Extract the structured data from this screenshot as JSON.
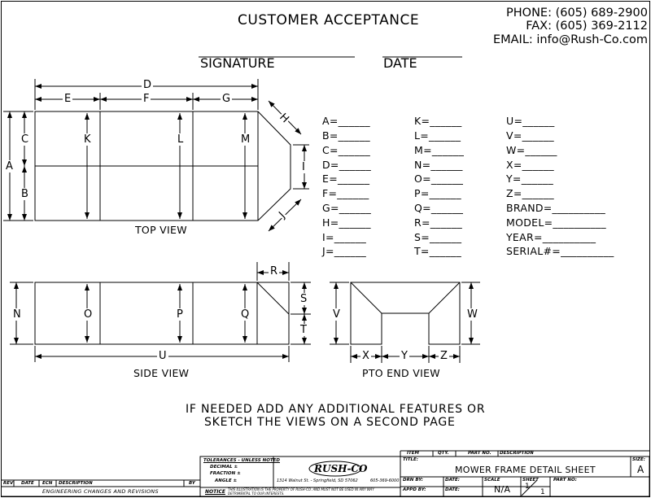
{
  "header": {
    "title": "CUSTOMER ACCEPTANCE",
    "signature_label": "SIGNATURE",
    "date_label": "DATE",
    "phone": "PHONE: (605) 689-2900",
    "fax": "FAX: (605) 369-2112",
    "email": "EMAIL: info@Rush-Co.com"
  },
  "fields": {
    "col1": [
      "A=______",
      "B=______",
      "C=______",
      "D=______",
      "E=______",
      "F=______",
      "G=______",
      "H=______",
      "I=______",
      "J=______"
    ],
    "col2": [
      "K=______",
      "L=______",
      "M=______",
      "N=______",
      "O=______",
      "P=______",
      "Q=______",
      "R=______",
      "S=______",
      "T=______"
    ],
    "col3": [
      "U=______",
      "V=______",
      "W=______",
      "X=______",
      "Y=______",
      "Z=______",
      "BRAND=__________",
      "MODEL=__________",
      "YEAR=__________",
      "SERIAL#=__________"
    ]
  },
  "drawing": {
    "dims": {
      "A": "A",
      "B": "B",
      "C": "C",
      "D": "D",
      "E": "E",
      "F": "F",
      "G": "G",
      "H": "H",
      "I": "I",
      "J": "J",
      "K": "K",
      "L": "L",
      "M": "M",
      "N": "N",
      "O": "O",
      "P": "P",
      "Q": "Q",
      "R": "R",
      "S": "S",
      "T": "T",
      "U": "U",
      "V": "V",
      "W": "W",
      "X": "X",
      "Y": "Y",
      "Z": "Z"
    },
    "top_view_label": "TOP VIEW",
    "side_view_label": "SIDE VIEW",
    "pto_view_label": "PTO END VIEW"
  },
  "note": {
    "line1": "IF NEEDED ADD ANY ADDITIONAL FEATURES OR",
    "line2": "SKETCH THE VIEWS ON A SECOND PAGE"
  },
  "title_block": {
    "tolerances": "TOLERANCES - UNLESS NOTED",
    "decimal": "DECIMAL ±",
    "fraction": "FRACTION ±",
    "angle": "ANGLE ±",
    "notice_label": "NOTICE",
    "notice_text_1": "THIS ILLUSTRATION IS THE PROPERTY OF RUSH-CO. AND MUST NOT BE USED IN ANY WAY",
    "notice_text_2": "DETRIMENTAL TO OUR INTERESTS.",
    "logo": "RUSH-CO",
    "address": "1314 Walnut St. - Springfield, SD 57062",
    "address_phone": "605-369-6000",
    "item_header": "ITEM",
    "qty_header": "QTY.",
    "part_no_header": "PART NO.",
    "description_header": "DESCRIPTION",
    "title_label": "TITLE:",
    "title": "MOWER FRAME DETAIL SHEET",
    "size_label": "SIZE:",
    "size": "A",
    "drn_by": "DRN BY:",
    "appd_by": "APPD BY:",
    "date_label": "DATE:",
    "scale_label": "SCALE",
    "scale": "N/A",
    "sheet_label": "SHEET",
    "sheet_of": "1",
    "sheet_total": "1",
    "part_no_label": "PART NO:",
    "rev_headers": [
      "REV",
      "DATE",
      "ECN",
      "DESCRIPTION",
      "BY"
    ],
    "rev_footer": "ENGINEERING CHANGES AND REVISIONS"
  }
}
